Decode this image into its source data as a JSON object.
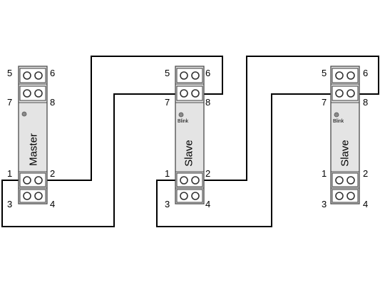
{
  "modules": [
    {
      "id": "master",
      "label": "Master",
      "led_label": "",
      "pins": {
        "p1": "1",
        "p2": "2",
        "p3": "3",
        "p4": "4",
        "p5": "5",
        "p6": "6",
        "p7": "7",
        "p8": "8"
      }
    },
    {
      "id": "slave-1",
      "label": "Slave",
      "led_label": "Blink",
      "pins": {
        "p1": "1",
        "p2": "2",
        "p3": "3",
        "p4": "4",
        "p5": "5",
        "p6": "6",
        "p7": "7",
        "p8": "8"
      }
    },
    {
      "id": "slave-2",
      "label": "Slave",
      "led_label": "Blink",
      "pins": {
        "p1": "1",
        "p2": "2",
        "p3": "3",
        "p4": "4",
        "p5": "5",
        "p6": "6",
        "p7": "7",
        "p8": "8"
      }
    }
  ],
  "colors": {
    "module_fill": "#e4e4e4",
    "module_stroke": "#4a4a4a",
    "wire": "#000000",
    "led": "#8a8a8a"
  }
}
